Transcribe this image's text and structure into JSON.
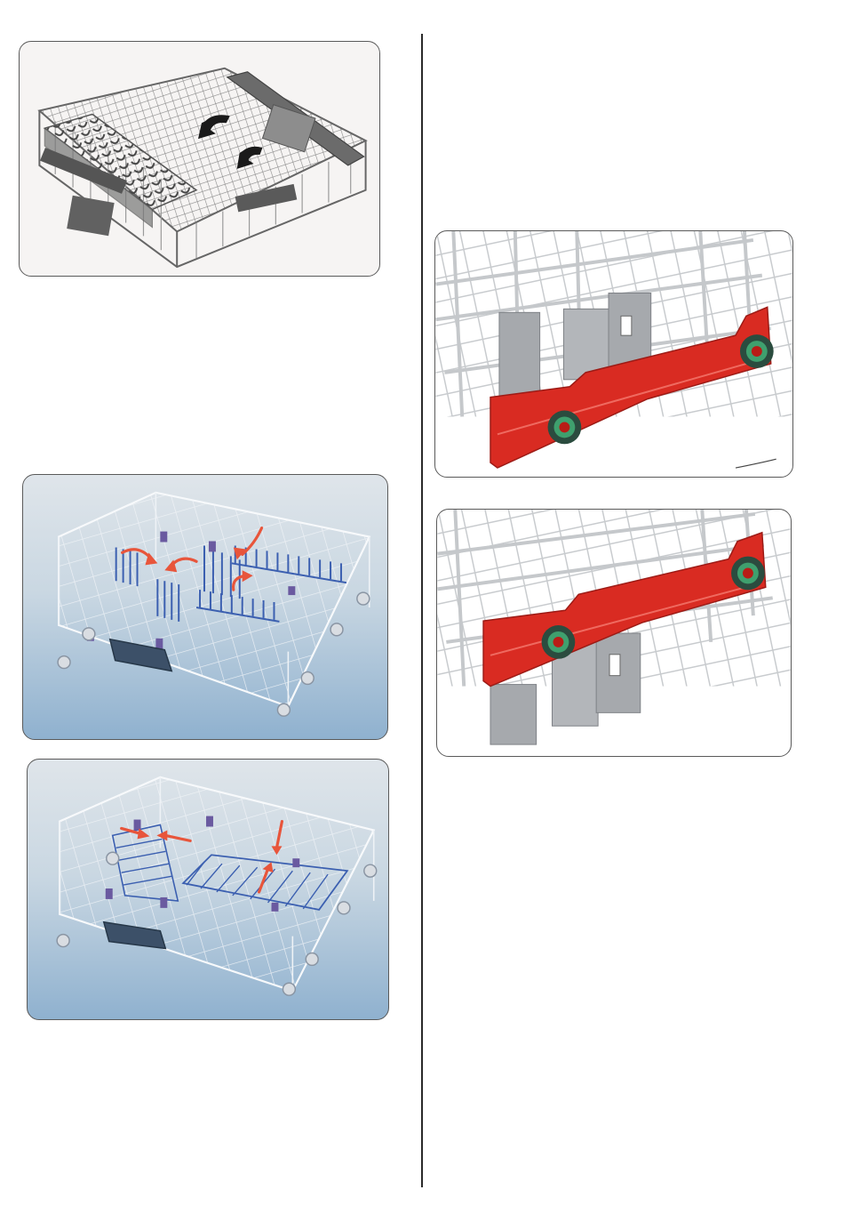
{
  "page": {
    "figures": [
      {
        "id": "upper-rack-fold-tines",
        "arrow_color": "#1a1a1a"
      },
      {
        "id": "lower-rack-fold-tines",
        "arrow_color": "#e8553b"
      },
      {
        "id": "lower-rack-tines-folded",
        "arrow_color": "#e8553b"
      },
      {
        "id": "rack-height-adjuster-low",
        "accent_color": "#d92b22"
      },
      {
        "id": "rack-height-adjuster-high",
        "accent_color": "#d92b22"
      }
    ]
  }
}
